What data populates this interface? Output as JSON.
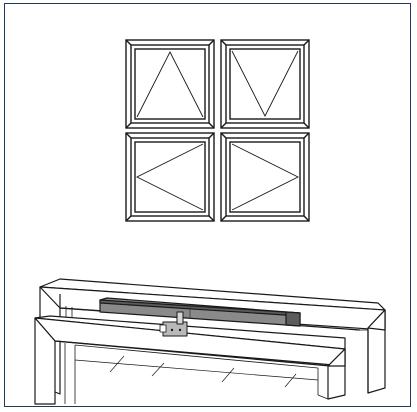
{
  "diagram": {
    "windows": [
      {
        "opening": "apex-top"
      },
      {
        "opening": "apex-bottom"
      },
      {
        "opening": "apex-left"
      },
      {
        "opening": "apex-right"
      }
    ],
    "assembly": {
      "parts": [
        "outer-frame",
        "sash",
        "actuator-bar",
        "mount-bracket",
        "glazing"
      ]
    },
    "colors": {
      "border": "#1f3b5c",
      "line": "#1a1a1a",
      "actuator": "#8a8a8a",
      "actuator_dark": "#5c5c5c",
      "bracket": "#b9b9b9"
    }
  }
}
